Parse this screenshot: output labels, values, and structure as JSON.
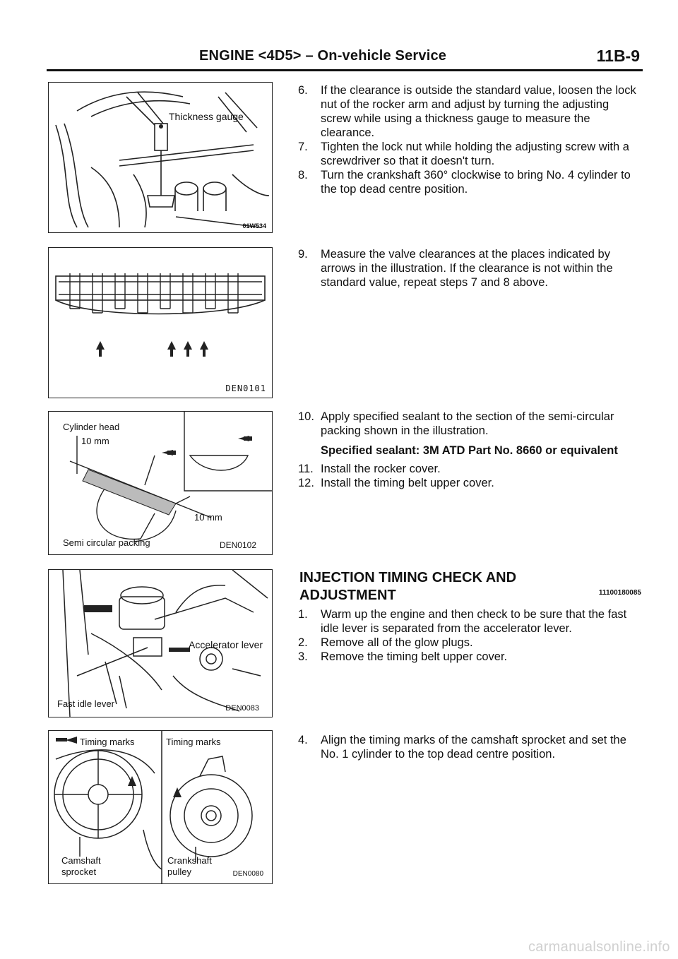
{
  "header": {
    "title": "ENGINE <4D5> – On-vehicle Service",
    "page": "11B-9"
  },
  "figures": {
    "fig1": {
      "label": "Thickness gauge",
      "code": "01W534"
    },
    "fig2": {
      "code": "DEN0101"
    },
    "fig3": {
      "label_head": "Cylinder head",
      "label_10mm_top": "10 mm",
      "label_10mm_bottom": "10 mm",
      "label_packing": "Semi circular packing",
      "code": "DEN0102"
    },
    "fig4": {
      "label_accel": "Accelerator lever",
      "label_fast": "Fast idle lever",
      "code": "DEN0083"
    },
    "fig5": {
      "label_timing_left": "Timing marks",
      "label_timing_right": "Timing marks",
      "label_cam": "Camshaft",
      "label_cam2": "sprocket",
      "label_crank": "Crankshaft",
      "label_crank2": "pulley",
      "code": "DEN0080"
    }
  },
  "block1": {
    "steps": [
      {
        "num": "6.",
        "text": "If the clearance is outside the standard value, loosen the lock nut of the rocker arm and adjust by turning the adjusting screw while using a thickness gauge to measure the clearance."
      },
      {
        "num": "7.",
        "text": "Tighten the lock nut while holding the adjusting screw with a screwdriver so that it doesn't turn."
      },
      {
        "num": "8.",
        "text": "Turn the crankshaft 360° clockwise to bring No. 4 cylinder to the top dead centre position."
      }
    ]
  },
  "block2": {
    "steps": [
      {
        "num": "9.",
        "text": "Measure the valve clearances at the places indicated by arrows in the illustration. If the clearance is not within the standard value, repeat steps 7 and 8 above."
      }
    ]
  },
  "block3": {
    "steps": [
      {
        "num": "10.",
        "text": "Apply specified sealant to the section of the semi-circular packing shown in the illustration."
      }
    ],
    "spec": "Specified sealant: 3M ATD Part No. 8660 or equivalent",
    "steps2": [
      {
        "num": "11.",
        "text": "Install the rocker cover."
      },
      {
        "num": "12.",
        "text": "Install the timing belt upper cover."
      }
    ]
  },
  "section": {
    "title_line1": "INJECTION TIMING CHECK AND",
    "title_line2": "ADJUSTMENT",
    "code": "11100180085"
  },
  "block4": {
    "steps": [
      {
        "num": "1.",
        "text": "Warm up the engine and then check to be sure that the fast idle lever is separated from the accelerator lever."
      },
      {
        "num": "2.",
        "text": "Remove all of the glow plugs."
      },
      {
        "num": "3.",
        "text": "Remove the timing belt upper cover."
      }
    ]
  },
  "block5": {
    "steps": [
      {
        "num": "4.",
        "text": "Align the timing marks of the camshaft sprocket and set the No. 1 cylinder to the top dead centre position."
      }
    ]
  },
  "footer": {
    "watermark": "carmanualsonline.info"
  }
}
